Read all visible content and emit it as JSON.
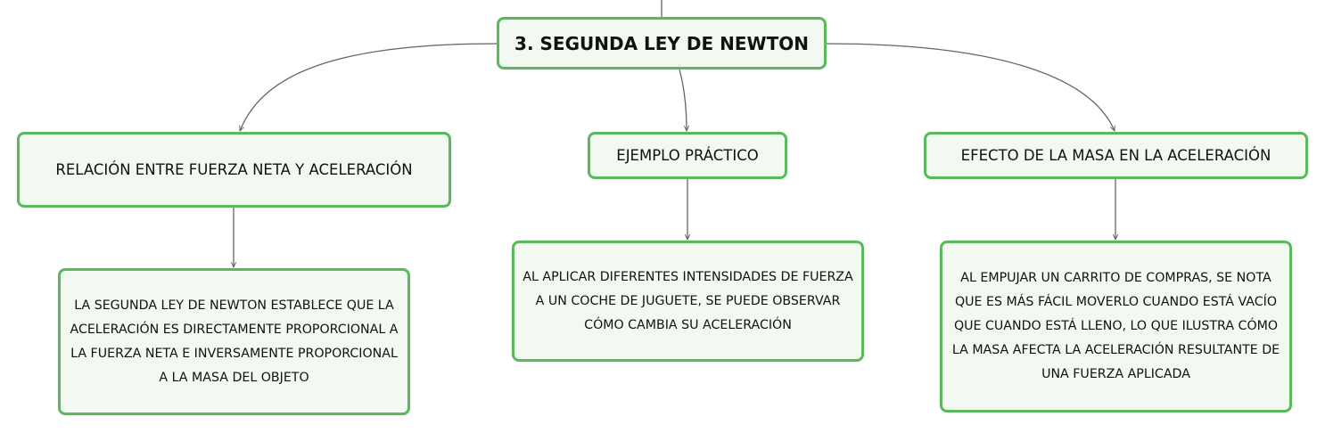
{
  "root": {
    "label": "3. SEGUNDA LEY DE NEWTON"
  },
  "branches": [
    {
      "label": "RELACIÓN ENTRE FUERZA NETA Y ACELERACIÓN",
      "detail": "LA SEGUNDA LEY DE NEWTON ESTABLECE QUE LA ACELERACIÓN ES DIRECTAMENTE PROPORCIONAL A LA FUERZA NETA E INVERSAMENTE PROPORCIONAL A LA MASA DEL OBJETO"
    },
    {
      "label": "EJEMPLO PRÁCTICO",
      "detail": "AL APLICAR DIFERENTES INTENSIDADES DE FUERZA A UN COCHE DE JUGUETE, SE PUEDE OBSERVAR CÓMO CAMBIA SU ACELERACIÓN"
    },
    {
      "label": "EFECTO DE LA MASA EN LA ACELERACIÓN",
      "detail": "AL EMPUJAR UN CARRITO DE COMPRAS, SE NOTA QUE ES MÁS FÁCIL MOVERLO CUANDO ESTÁ VACÍO QUE CUANDO ESTÁ LLENO, LO QUE ILUSTRA CÓMO LA MASA AFECTA LA ACELERACIÓN RESULTANTE DE UNA FUERZA APLICADA"
    }
  ],
  "colors": {
    "node_border": "#5cb85c",
    "node_fill": "#f1f9f1",
    "connector": "#666666",
    "text": "#111111"
  }
}
